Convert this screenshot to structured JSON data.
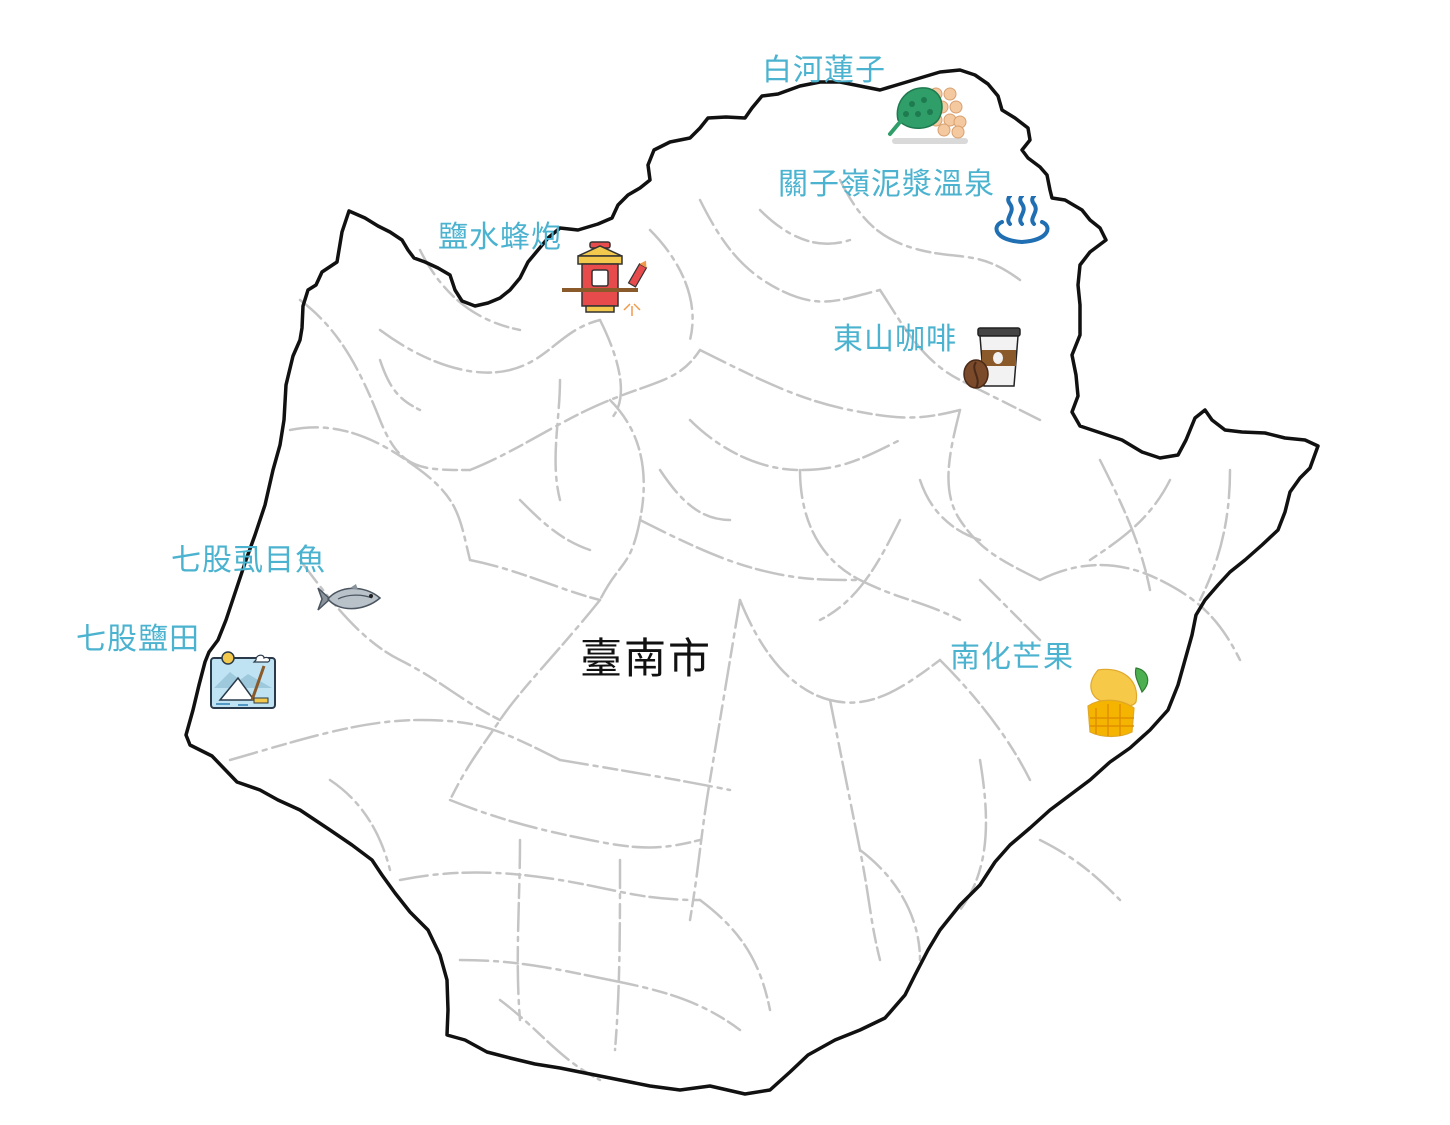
{
  "map": {
    "city_name": "臺南市",
    "colors": {
      "boundary": "#111111",
      "district_lines": "#c4c4c4",
      "label": "#4bb3cf"
    }
  },
  "pois": [
    {
      "id": "baihe",
      "label": "白河蓮子",
      "icon": "lotus-seed-icon"
    },
    {
      "id": "guanziling",
      "label": "關子嶺泥漿溫泉",
      "icon": "hot-spring-icon"
    },
    {
      "id": "yanshui",
      "label": "鹽水蜂炮",
      "icon": "beehive-fireworks-icon"
    },
    {
      "id": "dongshan",
      "label": "東山咖啡",
      "icon": "coffee-icon"
    },
    {
      "id": "qigu-fish",
      "label": "七股虱目魚",
      "icon": "milkfish-icon"
    },
    {
      "id": "qigu-salt",
      "label": "七股鹽田",
      "icon": "salt-field-icon"
    },
    {
      "id": "nanhua",
      "label": "南化芒果",
      "icon": "mango-icon"
    }
  ]
}
